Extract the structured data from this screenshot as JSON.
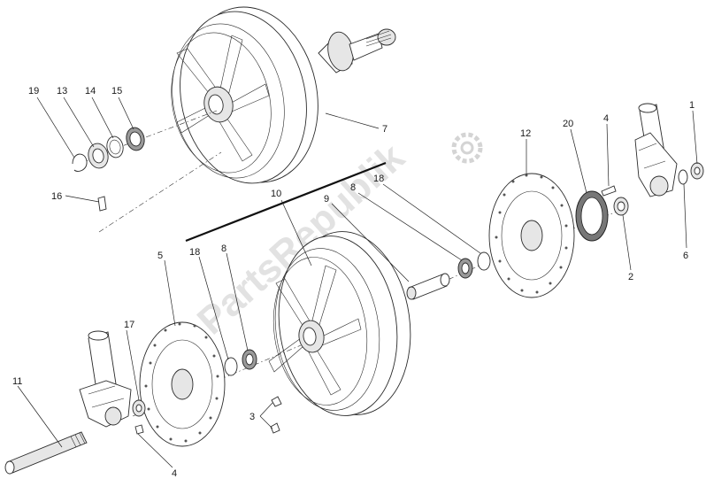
{
  "watermark": "PartsRepublik",
  "callouts": {
    "c1": "1",
    "c2": "2",
    "c3": "3",
    "c4a": "4",
    "c4b": "4",
    "c5": "5",
    "c6": "6",
    "c7": "7",
    "c8a": "8",
    "c8b": "8",
    "c9": "9",
    "c10": "10",
    "c11": "11",
    "c12": "12",
    "c13": "13",
    "c14": "14",
    "c15": "15",
    "c16": "16",
    "c17": "17",
    "c18a": "18",
    "c18b": "18",
    "c19": "19",
    "c20": "20"
  }
}
